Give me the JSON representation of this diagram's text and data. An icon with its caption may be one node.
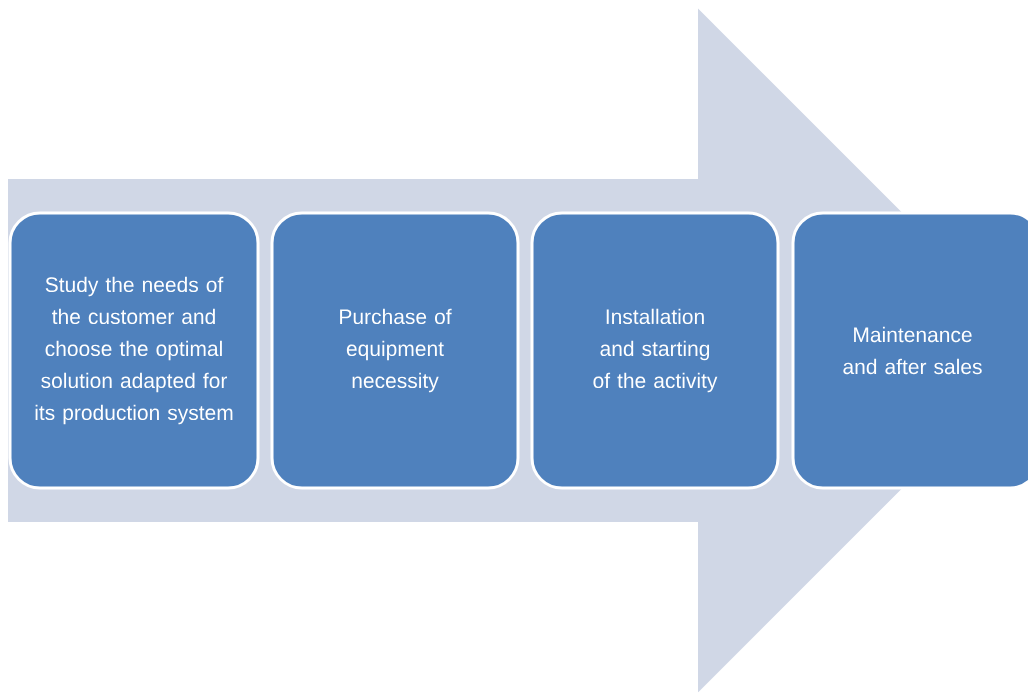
{
  "diagram": {
    "nodes": [
      {
        "text": [
          "Study the needs of the customer and choose the optimal solution adapted for its production system"
        ]
      },
      {
        "text": [
          "Purchase of equipment necessity"
        ]
      },
      {
        "text": [
          "Installation and starting of the activity"
        ]
      },
      {
        "text": [
          "Maintenance and after sales"
        ]
      }
    ],
    "edges": [
      {
        "from": 0,
        "to": 3,
        "arrow": "to"
      }
    ]
  }
}
